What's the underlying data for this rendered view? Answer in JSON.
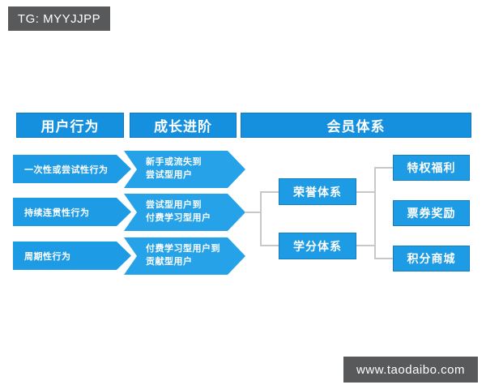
{
  "watermarks": {
    "top": "TG: MYYJJPP",
    "bottom": "www.taodaibo.com"
  },
  "diagram": {
    "headers": {
      "user_behavior": "用户行为",
      "growth_progression": "成长进阶",
      "membership_system": "会员体系"
    },
    "user_behaviors": [
      "一次性或尝试性行为",
      "持续连贯性行为",
      "周期性行为"
    ],
    "growth_stages": [
      {
        "line1": "新手或流失到",
        "line2": "尝试型用户"
      },
      {
        "line1": "尝试型用户到",
        "line2": "付费学习型用户"
      },
      {
        "line1": "付费学习型用户到",
        "line2": "贡献型用户"
      }
    ],
    "membership_branches": [
      "荣誉体系",
      "学分体系"
    ],
    "membership_benefits": [
      "特权福利",
      "票券奖励",
      "积分商城"
    ]
  },
  "colors": {
    "primary_blue": "#1d9be4",
    "header_blue": "#1590de",
    "arrow_blue": "#25a2e8",
    "watermark_bar": "#58595b",
    "connector_gray": "#c8c8c8",
    "text_white": "#ffffff"
  }
}
